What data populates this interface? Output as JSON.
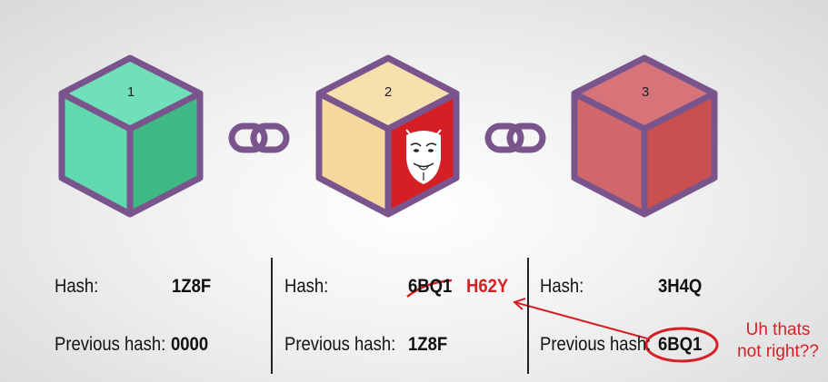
{
  "blocks": [
    {
      "number": "1",
      "hash_label": "Hash:",
      "hash": "1Z8F",
      "prev_label": "Previous hash:",
      "prev_hash": "0000"
    },
    {
      "number": "2",
      "hash_label": "Hash:",
      "hash_old": "6BQ1",
      "hash_new": "H62Y",
      "prev_label": "Previous hash:",
      "prev_hash": "1Z8F"
    },
    {
      "number": "3",
      "hash_label": "Hash:",
      "hash": "3H4Q",
      "prev_label": "Previous hash:",
      "prev_hash": "6BQ1"
    }
  ],
  "annotation": {
    "line1": "Uh thats",
    "line2": "not right??"
  },
  "colors": {
    "cube1": "#5fd9ad",
    "cube2": "#f6d79c",
    "cube3": "#d0676a",
    "outline": "#7a558d",
    "tamper": "#d61f25",
    "chain": "#7a558d"
  }
}
